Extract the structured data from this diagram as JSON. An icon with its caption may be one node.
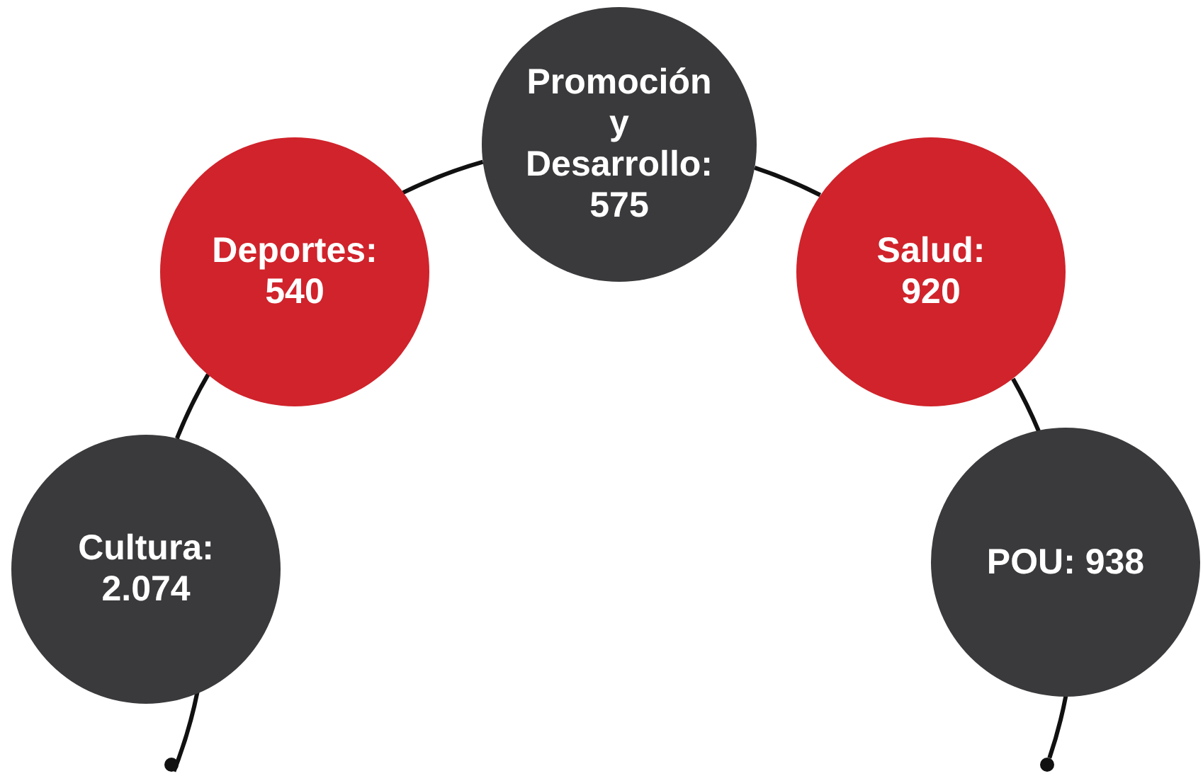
{
  "diagram": {
    "nodes": [
      {
        "text": [
          "Cultura:",
          "2.074"
        ]
      },
      {
        "text": [
          "Deportes:",
          "540"
        ]
      },
      {
        "text": [
          "Promoción y Desarrollo:",
          "575"
        ]
      },
      {
        "text": [
          "Salud:",
          "920"
        ]
      },
      {
        "text": [
          "POU: 938"
        ]
      },
      {
        "text": [],
        "shape": "circle"
      },
      {
        "text": [],
        "shape": "circle"
      }
    ],
    "edges": [
      {
        "from": 0,
        "to": 1,
        "arrow": "none"
      },
      {
        "from": 1,
        "to": 2,
        "arrow": "none"
      },
      {
        "from": 2,
        "to": 3,
        "arrow": "none"
      },
      {
        "from": 3,
        "to": 4,
        "arrow": "none"
      },
      {
        "from": 0,
        "to": 5,
        "arrow": "none"
      },
      {
        "from": 4,
        "to": 6,
        "arrow": "none"
      }
    ]
  }
}
